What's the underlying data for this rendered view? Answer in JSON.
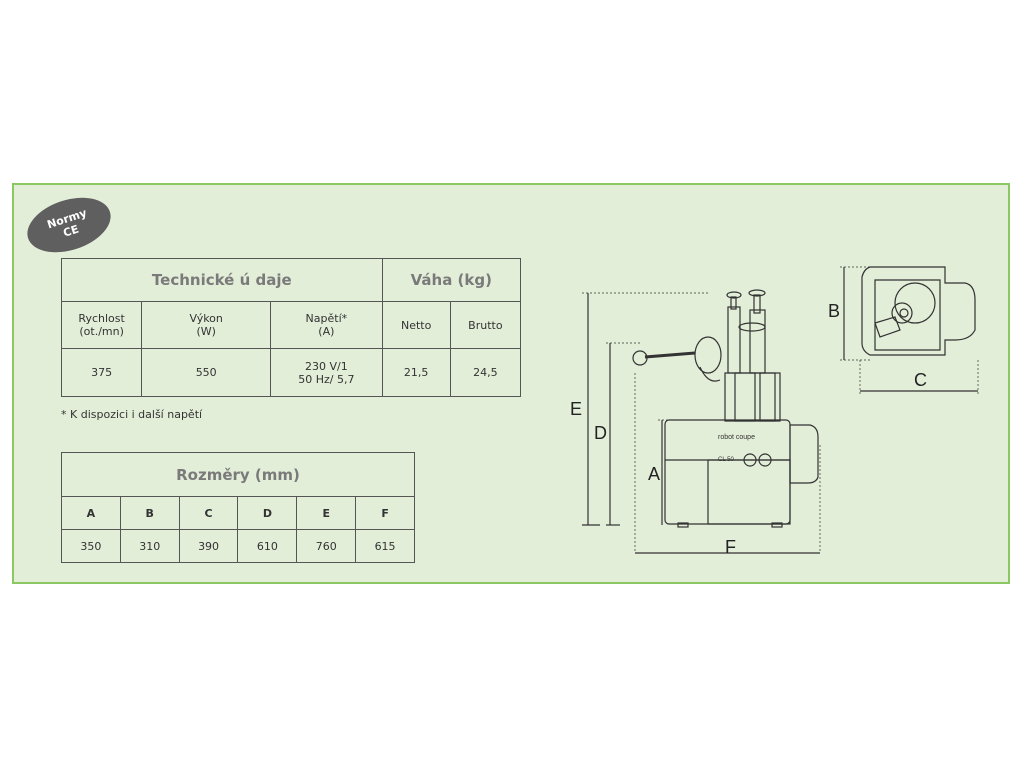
{
  "badge": {
    "line1": "Normy",
    "line2": "CE"
  },
  "tech_table": {
    "title_tech": "Technické ú daje",
    "title_weight": "Váha (kg)",
    "headers": [
      {
        "line1": "Rychlost",
        "line2": "(ot./mn)"
      },
      {
        "line1": "Výkon",
        "line2": "(W)"
      },
      {
        "line1": "Napětí*",
        "line2": "(A)"
      },
      {
        "line1": "Netto",
        "line2": ""
      },
      {
        "line1": "Brutto",
        "line2": ""
      }
    ],
    "values": [
      {
        "line1": "375",
        "line2": ""
      },
      {
        "line1": "550",
        "line2": ""
      },
      {
        "line1": "230 V/1",
        "line2": "50 Hz/ 5,7"
      },
      {
        "line1": "21,5",
        "line2": ""
      },
      {
        "line1": "24,5",
        "line2": ""
      }
    ]
  },
  "footnote": "* K dispozici i další napětí",
  "dims_table": {
    "title": "Rozměry (mm)",
    "columns": [
      "A",
      "B",
      "C",
      "D",
      "E",
      "F"
    ],
    "values": [
      "350",
      "310",
      "390",
      "610",
      "760",
      "615"
    ]
  },
  "drawing": {
    "labels": {
      "A": "A",
      "B": "B",
      "C": "C",
      "D": "D",
      "E": "E",
      "F": "F"
    },
    "brand_text": "robot coupe",
    "model_text": "CL 50"
  }
}
